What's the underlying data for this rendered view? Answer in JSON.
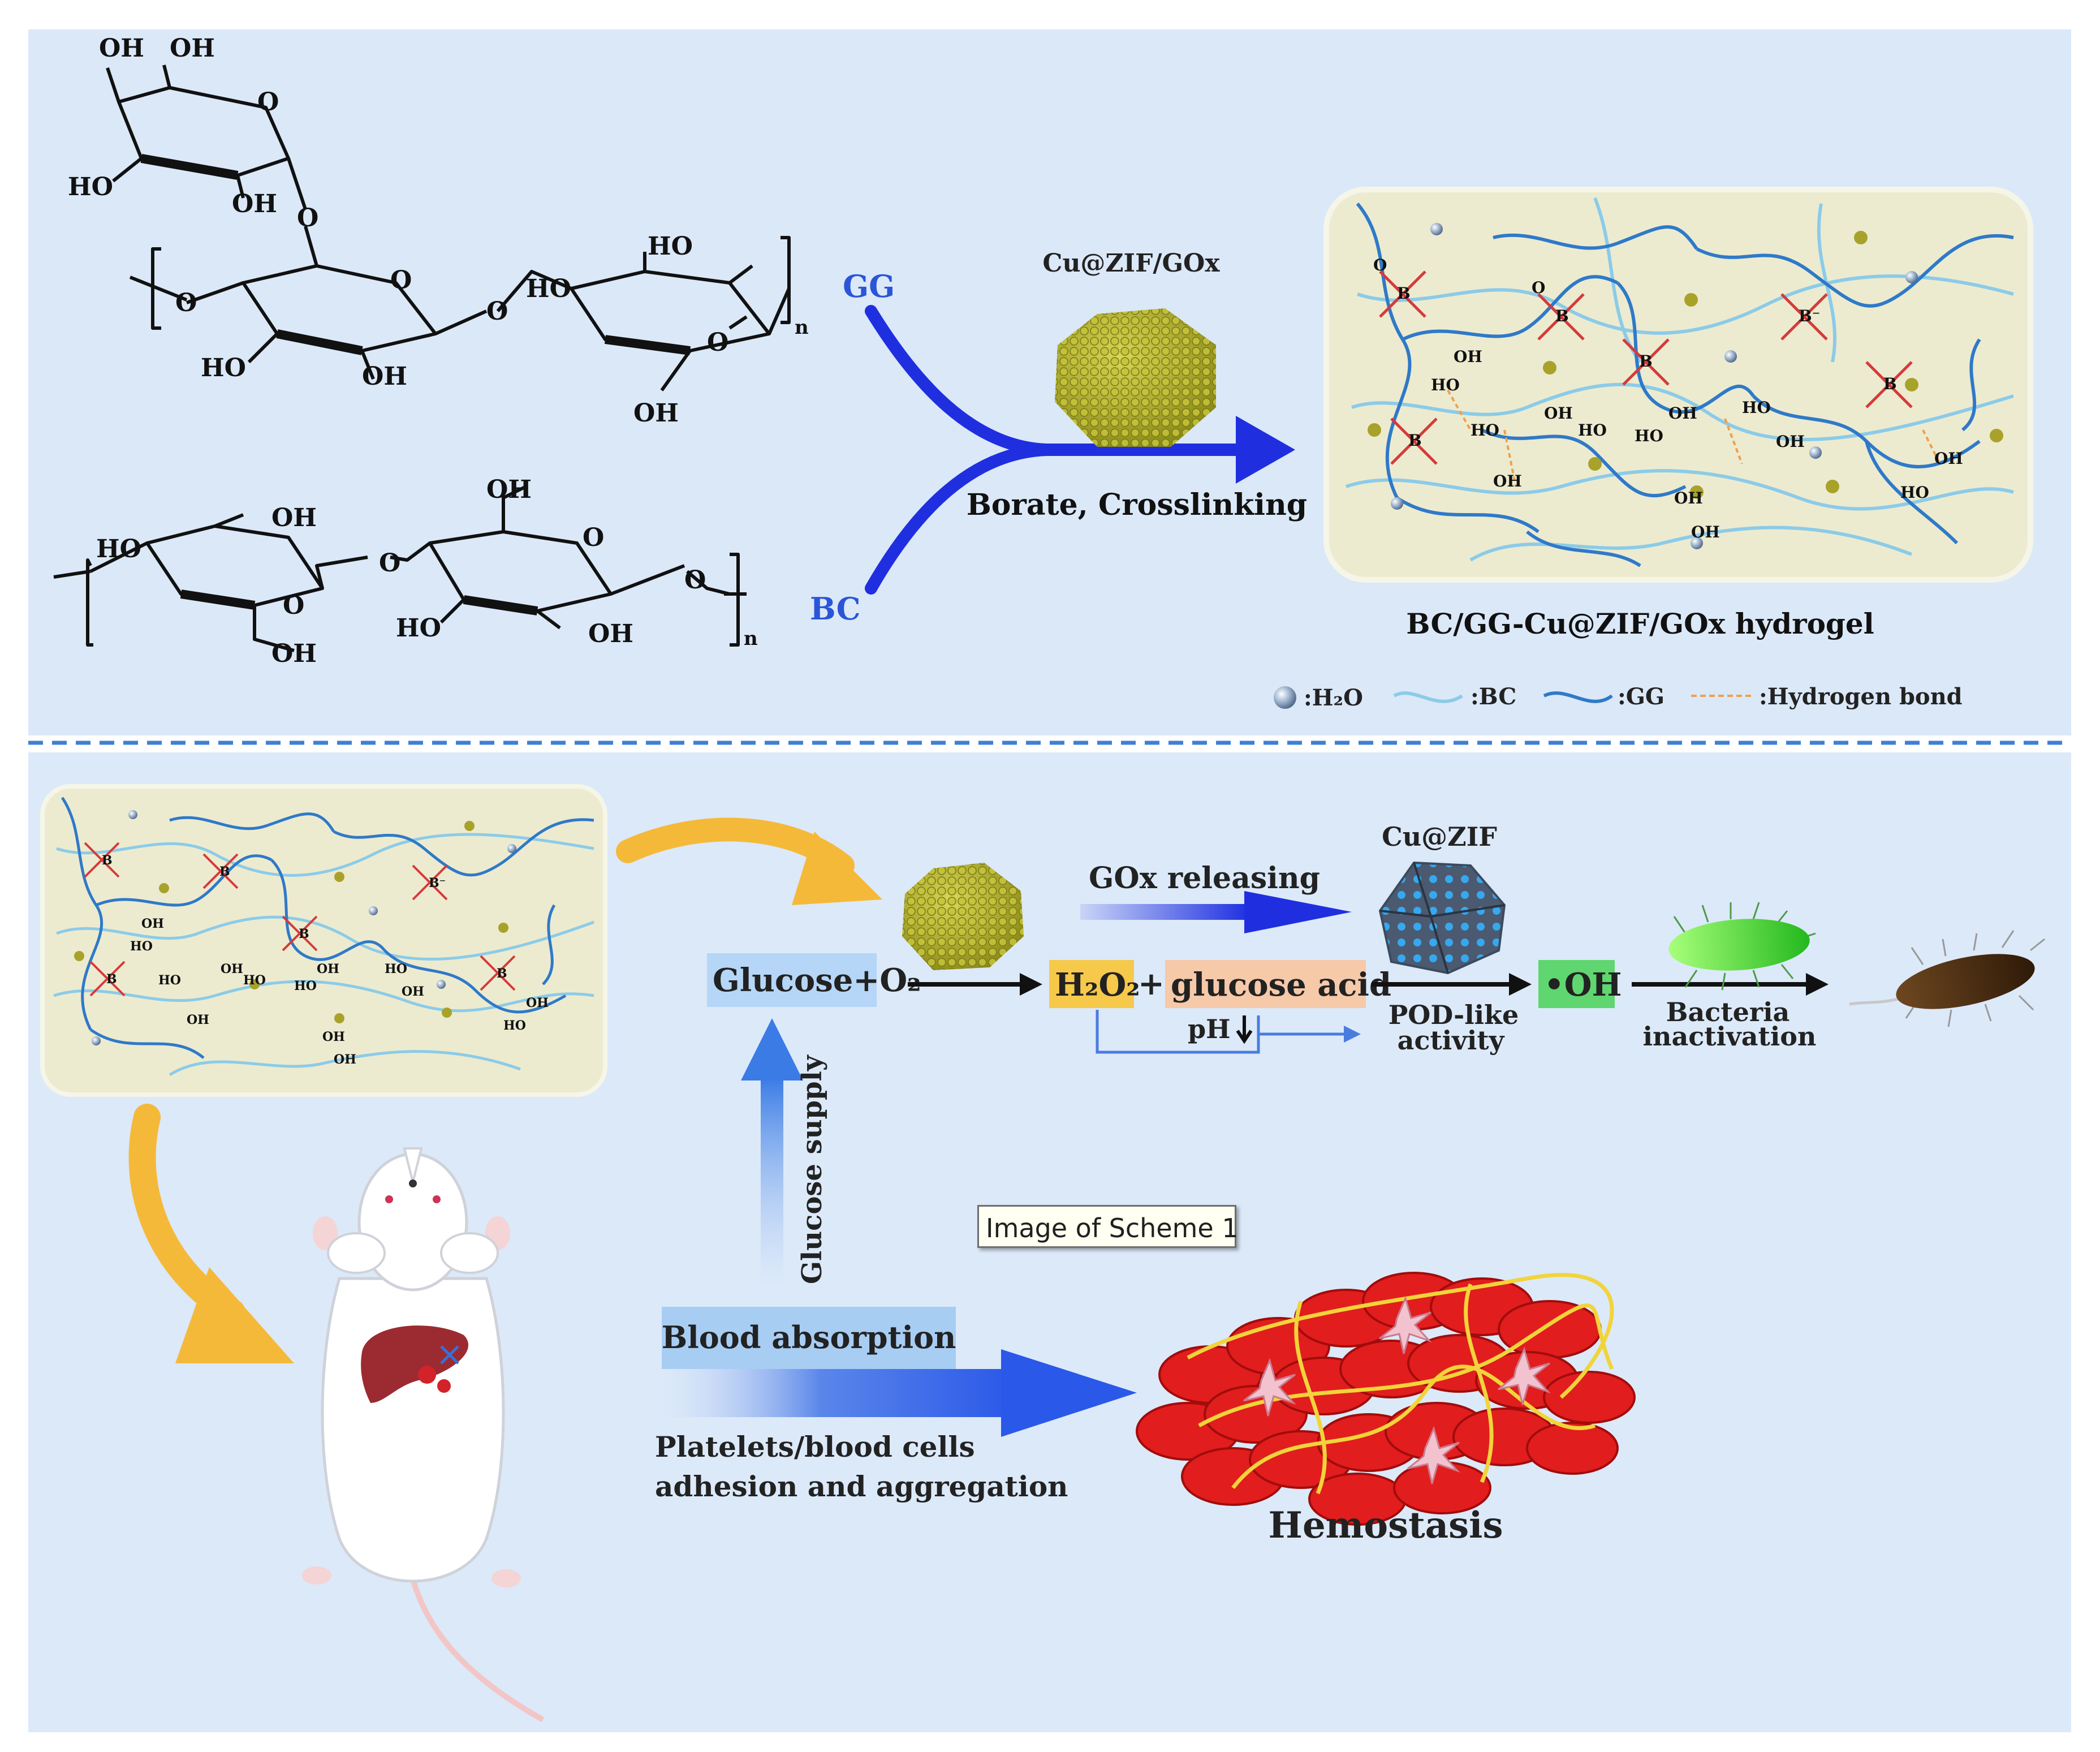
{
  "colors": {
    "panel_top": "#dbe8f8",
    "panel_bottom": "#dce9f9",
    "gel_fill": "#ecebd0",
    "gg_strand": "#2f79c8",
    "bc_strand": "#8ccbe8",
    "boron": "#d63a3a",
    "arrow_blue": "#1f2fe0",
    "arrow_orange": "#f5b93a",
    "label_blue": "#2a55d8",
    "h2o2_box": "#f6c94a",
    "acid_box": "#f6c9a9",
    "oh_box": "#5fd66f",
    "glucose_box": "#b5d6f6",
    "blood_box": "#a8cdf3"
  },
  "top": {
    "gg_label": "GG",
    "bc_label": "BC",
    "catalyst_label": "Cu@ZIF/GOx",
    "process_label": "Borate, Crosslinking",
    "hydrogel_label": "BC/GG-Cu@ZIF/GOx  hydrogel",
    "repeat_index": "n",
    "chem": {
      "oh": "OH",
      "ho": "HO",
      "o": "O"
    },
    "gel_labels": {
      "o": "O",
      "b": "B",
      "b_minus": "B⁻",
      "oh": "OH",
      "ho": "HO"
    },
    "legend": {
      "h2o": ":H₂O",
      "bc": ":BC",
      "gg": ":GG",
      "hbond": ":Hydrogen bond"
    }
  },
  "bottom": {
    "glucose": "Glucose+O₂",
    "gox_releasing": "GOx releasing",
    "cu_zif": "Cu@ZIF",
    "h2o2": "H₂O₂",
    "plus": "+",
    "glucose_acid": "glucose acid",
    "ph": "pH",
    "pod_line1": "POD-like",
    "pod_line2": "activity",
    "radical": "•OH",
    "bacteria_line1": "Bacteria",
    "bacteria_line2": "inactivation",
    "glucose_supply": "Glucose supply",
    "blood_absorption": "Blood absorption",
    "platelets_line1": "Platelets/blood cells",
    "platelets_line2": "adhesion and aggregation",
    "hemostasis": "Hemostasis"
  },
  "tooltip": "Image of Scheme 1"
}
